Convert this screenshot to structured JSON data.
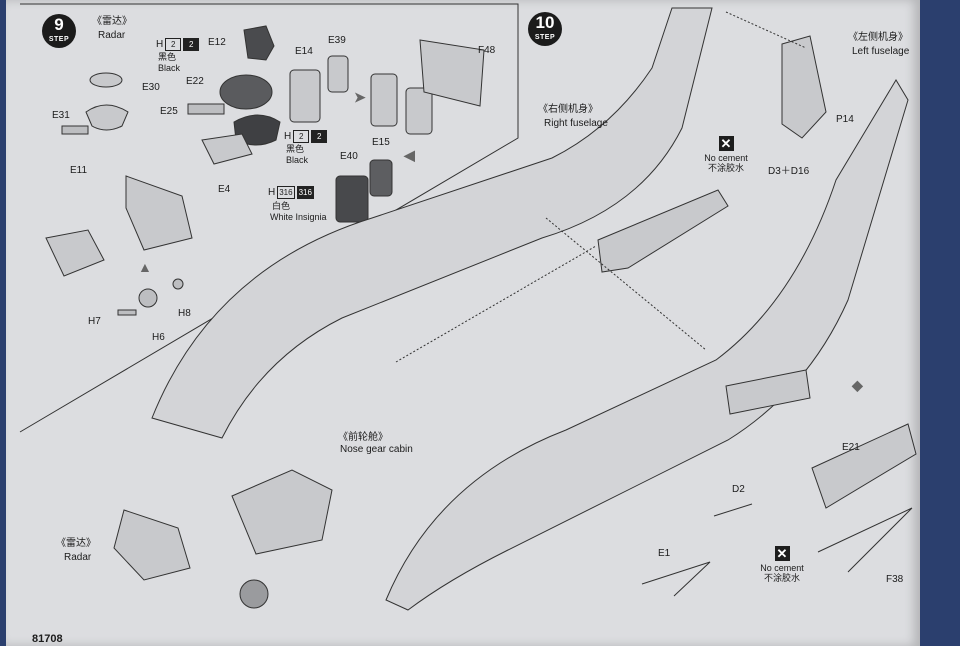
{
  "page": {
    "number": "81708"
  },
  "step9": {
    "step_number": "9",
    "step_word": "STEP",
    "title_cn": "《雷达》",
    "title_en": "Radar",
    "parts": {
      "e12": "E12",
      "e22": "E22",
      "e25": "E25",
      "e30": "E30",
      "e31": "E31",
      "e11": "E11",
      "e14": "E14",
      "e39": "E39",
      "f48": "F48",
      "e4": "E4",
      "e40": "E40",
      "e15": "E15",
      "h7": "H7",
      "h6": "H6",
      "h8": "H8"
    },
    "decal_black_1": {
      "prefix": "H",
      "cells": [
        "2",
        "2"
      ],
      "cn": "黑色",
      "en": "Black"
    },
    "decal_black_2": {
      "prefix": "H",
      "cells": [
        "2",
        "2"
      ],
      "cn": "黑色",
      "en": "Black"
    },
    "decal_white": {
      "prefix": "H",
      "cells": [
        "316",
        "316"
      ],
      "cn": "白色",
      "en": "White Insignia"
    }
  },
  "step10": {
    "step_number": "10",
    "step_word": "STEP",
    "right_fuselage_cn": "《右侧机身》",
    "right_fuselage_en": "Right fuselage",
    "left_fuselage_cn": "《左侧机身》",
    "left_fuselage_en": "Left fuselage",
    "nose_gear_cn": "《前轮舱》",
    "nose_gear_en": "Nose gear cabin",
    "radar_cn": "《雷达》",
    "radar_en": "Radar",
    "no_cement_1": {
      "en": "No cement",
      "cn": "不涂胶水"
    },
    "no_cement_2": {
      "en": "No cement",
      "cn": "不涂胶水"
    },
    "parts": {
      "d3_d16": "D3＋D16",
      "p14": "P14",
      "e21": "E21",
      "d2": "D2",
      "e1": "E1",
      "f38": "F38"
    }
  }
}
